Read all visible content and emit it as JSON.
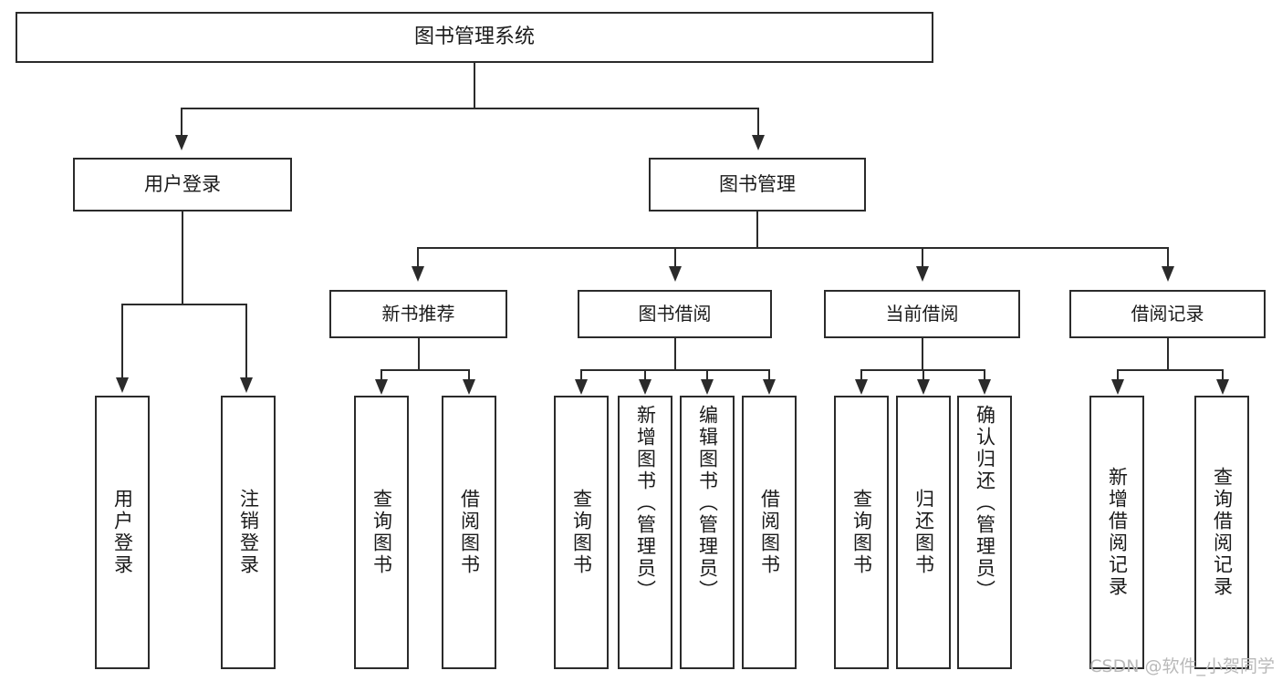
{
  "diagram": {
    "kind": "function-structure-tree",
    "title": "图书管理系统",
    "watermark": "CSDN @软件_小贺同学",
    "colors": {
      "box_border": "#2b2b2b",
      "box_fill": "#ffffff",
      "connector": "#2b2b2b",
      "text": "#1a1a1a",
      "watermark": "#b9b9b9",
      "background": "#ffffff"
    },
    "root": {
      "label": "图书管理系统"
    },
    "level2": [
      {
        "label": "用户登录"
      },
      {
        "label": "图书管理"
      }
    ],
    "level3": [
      {
        "label": "新书推荐"
      },
      {
        "label": "图书借阅"
      },
      {
        "label": "当前借阅"
      },
      {
        "label": "借阅记录"
      }
    ],
    "leaves": {
      "user_login": [
        {
          "label": "用户登录"
        },
        {
          "label": "注销登录"
        }
      ],
      "new_book_recommend": [
        {
          "label": "查询图书"
        },
        {
          "label": "借阅图书"
        }
      ],
      "book_borrow": [
        {
          "label": "查询图书"
        },
        {
          "label": "新增图书（管理员）"
        },
        {
          "label": "编辑图书（管理员）"
        },
        {
          "label": "借阅图书"
        }
      ],
      "current_borrow": [
        {
          "label": "查询图书"
        },
        {
          "label": "归还图书"
        },
        {
          "label": "确认归还（管理员）"
        }
      ],
      "borrow_record": [
        {
          "label": "新增借阅记录"
        },
        {
          "label": "查询借阅记录"
        }
      ]
    }
  }
}
